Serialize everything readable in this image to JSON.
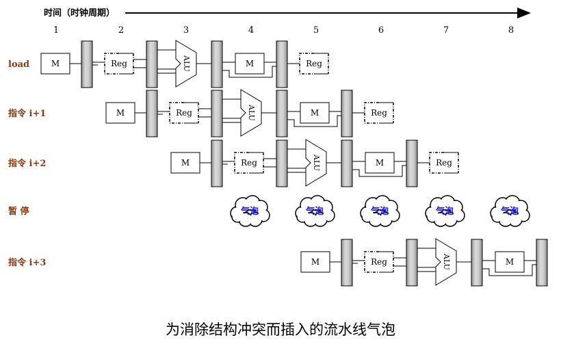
{
  "timeline": {
    "title": "时间（时钟周期）",
    "cycles": [
      "1",
      "2",
      "3",
      "4",
      "5",
      "6",
      "7",
      "8"
    ]
  },
  "rows": [
    {
      "label": "load",
      "start": 0,
      "kind": "instr"
    },
    {
      "label": "指令 i+1",
      "start": 1,
      "kind": "instr"
    },
    {
      "label": "指令 i+2",
      "start": 2,
      "kind": "instr"
    },
    {
      "label": "暂    停",
      "kind": "stall",
      "bubble_text": "气泡",
      "bubble_cycles": [
        4,
        5,
        6,
        7,
        8
      ]
    },
    {
      "label": "指令 i+3",
      "start": 4,
      "kind": "instr"
    }
  ],
  "stages": {
    "mem": "M",
    "reg": "Reg",
    "alu": "ALU"
  },
  "caption": "为消除结构冲突而插入的流水线气泡",
  "colors": {
    "label": "#8B3A0E",
    "bubble_text": "#1a1aff",
    "latch": "#b5b5b5",
    "stroke": "#000000"
  }
}
